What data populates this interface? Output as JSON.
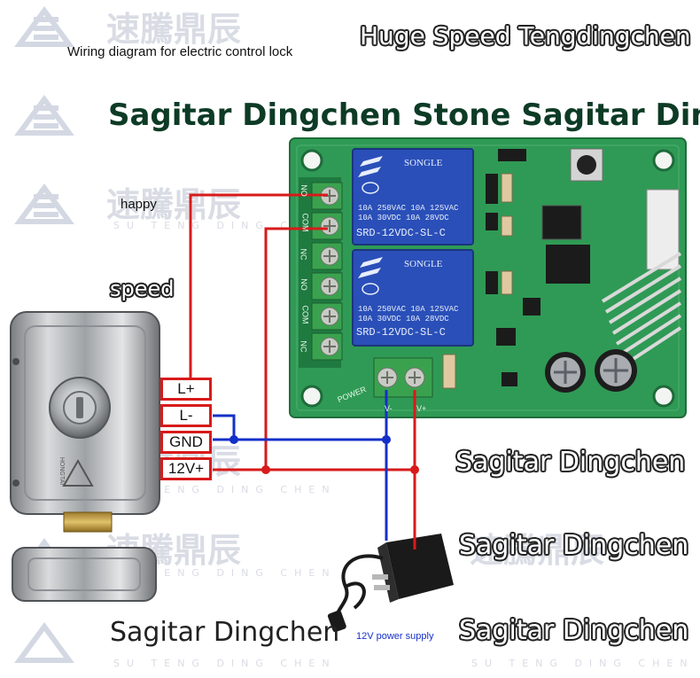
{
  "title": "Wiring diagram for electric control lock",
  "header_right": "Huge Speed Tengdingchen",
  "headline": "Sagitar Dingchen Stone Sagitar Ding",
  "label_happy": "happy",
  "label_speed": "speed",
  "terminals": [
    "L+",
    "L-",
    "GND",
    "12V+"
  ],
  "side_labels": [
    "Sagitar Dingchen",
    "Sagitar Dingchen",
    "Sagitar Dingchen"
  ],
  "bottom_left_label": "Sagitar Dingchen",
  "power_supply_label": "12V power supply",
  "relay": {
    "brand": "SONGLE",
    "rating_line1": "10A 250VAC  10A 125VAC",
    "rating_line2": "10A 30VDC   10A 28VDC",
    "model": "SRD-12VDC-SL-C",
    "model_partial": "SRD-12VDC-SL-C"
  },
  "pcb": {
    "power_label": "POWER",
    "v_minus": "V-",
    "v_plus": "V+",
    "terminal_labels": [
      "NO",
      "COM",
      "NC",
      "NO",
      "COM",
      "NC"
    ]
  },
  "lock_brand": "HONGTAI",
  "watermark": {
    "chars": "速騰鼎辰",
    "sub": "SU TENG DING CHEN"
  },
  "colors": {
    "wire_red": "#d81a1a",
    "wire_blue": "#1530c8",
    "pcb_green": "#2f9a55",
    "relay_blue": "#2a4fb8"
  }
}
